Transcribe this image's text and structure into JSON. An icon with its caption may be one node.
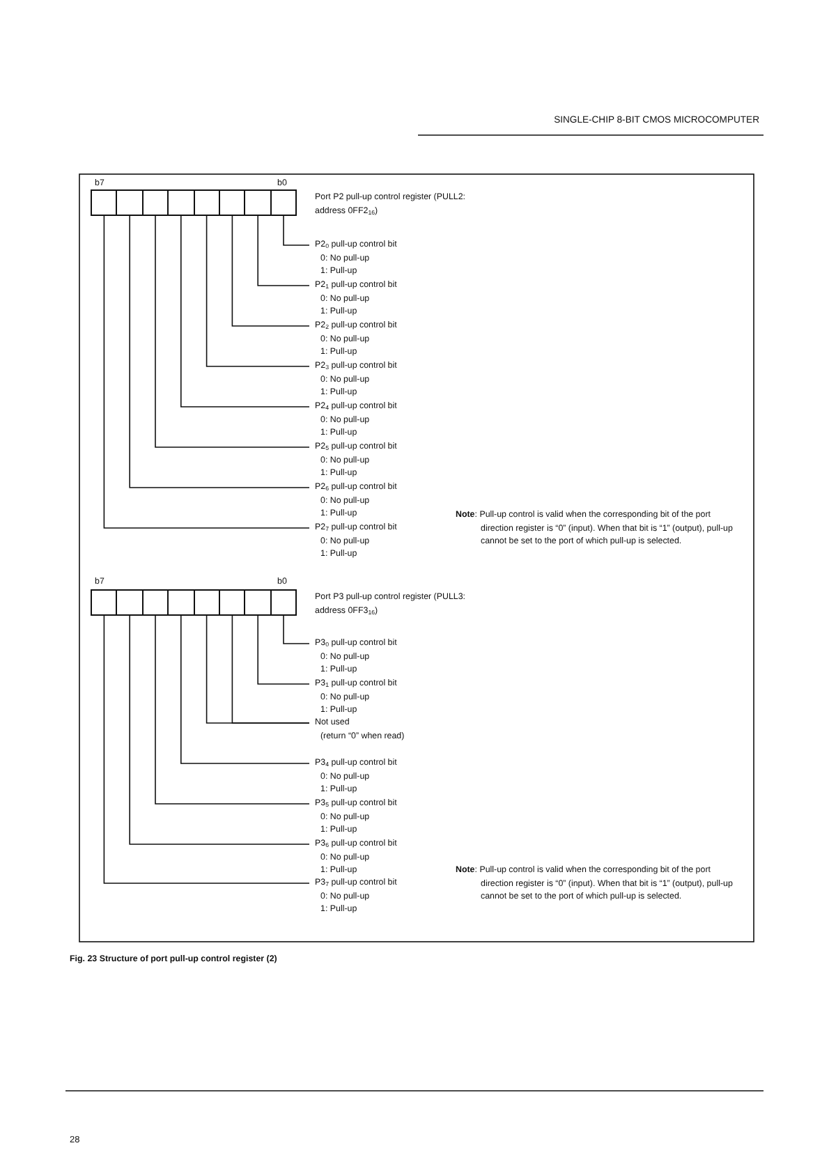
{
  "diagram": {
    "caption": "Fig. 23  Structure of port pull-up control register (2)",
    "nodes": [
      {
        "text": [],
        "shape": "box"
      },
      {
        "text": [],
        "shape": "box"
      },
      {
        "text": [],
        "shape": "box"
      },
      {
        "text": [],
        "shape": "box"
      },
      {
        "text": [],
        "shape": "box"
      },
      {
        "text": [],
        "shape": "box"
      },
      {
        "text": [],
        "shape": "box"
      },
      {
        "text": [],
        "shape": "box"
      },
      {
        "text": [
          "P2$_{0}$ pull-up control bit",
          "0: No pull-up",
          "1: Pull-up"
        ]
      },
      {
        "text": [
          "P2$_{1}$ pull-up control bit",
          "0: No pull-up",
          "1: Pull-up"
        ]
      },
      {
        "text": [
          "P2$_{2}$ pull-up control bit",
          "0: No pull-up",
          "1: Pull-up"
        ]
      },
      {
        "text": [
          "P2$_{3}$ pull-up control bit",
          "0: No pull-up",
          "1: Pull-up"
        ]
      },
      {
        "text": [
          "P2$_{4}$ pull-up control bit",
          "0: No pull-up",
          "1: Pull-up"
        ]
      },
      {
        "text": [
          "P2$_{5}$ pull-up control bit",
          "0: No pull-up",
          "1: Pull-up"
        ]
      },
      {
        "text": [
          "P2$_{6}$ pull-up control bit",
          "0: No pull-up",
          "1: Pull-up"
        ]
      },
      {
        "text": [
          "P2$_{7}$ pull-up control bit",
          "0: No pull-up",
          "1: Pull-up"
        ]
      },
      {
        "text": [],
        "shape": "box"
      },
      {
        "text": [],
        "shape": "box"
      },
      {
        "text": [],
        "shape": "box"
      },
      {
        "text": [],
        "shape": "box"
      },
      {
        "text": [],
        "shape": "box"
      },
      {
        "text": [],
        "shape": "box"
      },
      {
        "text": [],
        "shape": "box"
      },
      {
        "text": [],
        "shape": "box"
      },
      {
        "text": [
          "P3$_{0}$ pull-up control bit",
          "0: No pull-up",
          "1: Pull-up"
        ]
      },
      {
        "text": [
          "P3$_{1}$ pull-up control bit",
          "0: No pull-up",
          "1: Pull-up"
        ]
      },
      {
        "text": [
          "Not used",
          "(return “0” when read)"
        ]
      },
      {
        "text": [
          "P3$_{4}$ pull-up control bit",
          "0: No pull-up",
          "1: Pull-up"
        ]
      },
      {
        "text": [
          "P3$_{5}$ pull-up control bit",
          "0: No pull-up",
          "1: Pull-up"
        ]
      },
      {
        "text": [
          "P3$_{6}$ pull-up control bit",
          "0: No pull-up",
          "1: Pull-up"
        ]
      },
      {
        "text": [
          "P3$_{7}$ pull-up control bit",
          "0: No pull-up",
          "1: Pull-up"
        ]
      }
    ],
    "edges": [
      {
        "from": 7,
        "to": 8,
        "arrow": "none"
      },
      {
        "from": 6,
        "to": 9,
        "arrow": "none"
      },
      {
        "from": 5,
        "to": 10,
        "arrow": "none"
      },
      {
        "from": 4,
        "to": 11,
        "arrow": "none"
      },
      {
        "from": 3,
        "to": 12,
        "arrow": "none"
      },
      {
        "from": 2,
        "to": 13,
        "arrow": "none"
      },
      {
        "from": 1,
        "to": 14,
        "arrow": "none"
      },
      {
        "from": 0,
        "to": 15,
        "arrow": "none"
      },
      {
        "from": 23,
        "to": 24,
        "arrow": "none"
      },
      {
        "from": 22,
        "to": 25,
        "arrow": "none"
      },
      {
        "from": 21,
        "to": 26,
        "arrow": "none"
      },
      {
        "from": 20,
        "to": 26,
        "arrow": "none"
      },
      {
        "from": 19,
        "to": 27,
        "arrow": "none"
      },
      {
        "from": 18,
        "to": 28,
        "arrow": "none"
      },
      {
        "from": 17,
        "to": 29,
        "arrow": "none"
      },
      {
        "from": 16,
        "to": 30,
        "arrow": "none"
      }
    ],
    "labels": [
      "SINGLE-CHIP 8-BIT CMOS MICROCOMPUTER",
      "b7",
      "b0",
      "Port P2 pull-up control register (PULL2: address 0FF2$_{16}$)",
      "**Note**: Pull-up control is valid when the corresponding bit of the port direction register is “0” (input). When that bit is “1” (output), pull-up cannot be set to the port of which pull-up is selected.",
      "b7",
      "b0",
      "Port P3 pull-up control register (PULL3: address 0FF3$_{16}$)",
      "**Note**: Pull-up control is valid when the corresponding bit of the port direction register is “0” (input). When that bit is “1” (output), pull-up cannot be set to the port of which pull-up is selected.",
      "28"
    ]
  }
}
